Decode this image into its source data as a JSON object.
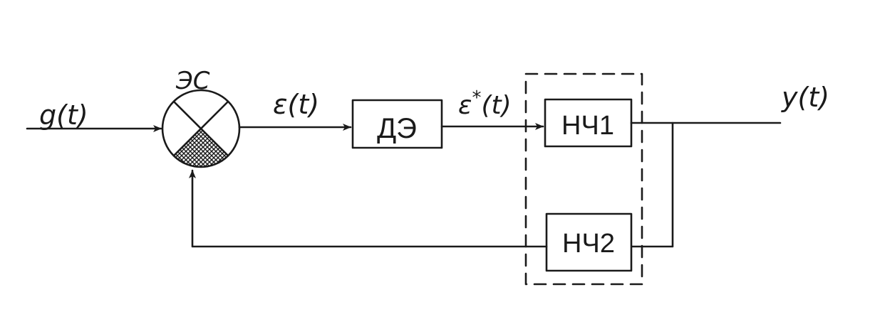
{
  "labels": {
    "input_signal": "g(t)",
    "comparator": "ЭС",
    "error_signal": "ε(t)",
    "sampled_error_main": "ε",
    "sampled_error_star": "*",
    "sampled_error_arg": "(t)",
    "output_signal": "y(t)"
  },
  "blocks": {
    "digital_element": "ДЭ",
    "nch1": "НЧ1",
    "nch2": "НЧ2"
  },
  "colors": {
    "ink": "#1a1a1a",
    "paper": "#ffffff"
  }
}
